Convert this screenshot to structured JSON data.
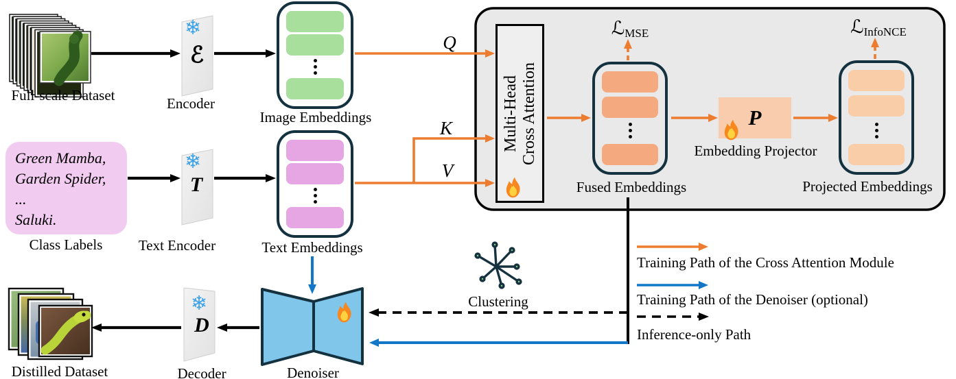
{
  "figure": {
    "type": "architecture-diagram",
    "palette": {
      "orange": "#EC7C30",
      "blue": "#1377C8",
      "navy_border": "#14313F",
      "panel_gray": "#E9E9E9",
      "green_bar": "#A8DF9D",
      "magenta_bar": "#E5A6E3",
      "pink_box": "#F2CBF1",
      "fused_bar": "#F4A97E",
      "projected_bar": "#FACDA9",
      "projector_box": "#F8CCAD",
      "denoiser_blue": "#80C5EA",
      "snowflake_blue": "#3EA2E9"
    }
  },
  "icons": {
    "snowflake": "❄"
  },
  "nodes": {
    "full_scale_dataset": {
      "label": "Full-scale Dataset"
    },
    "encoder": {
      "label": "Encoder",
      "symbol": "ℰ"
    },
    "image_embeddings": {
      "label": "Image Embeddings"
    },
    "class_labels": {
      "label": "Class Labels",
      "lines": [
        "Green Mamba,",
        "Garden Spider,",
        "...",
        "Saluki."
      ]
    },
    "text_encoder": {
      "label": "Text Encoder",
      "symbol": "T"
    },
    "text_embeddings": {
      "label": "Text Embeddings"
    },
    "cross_attention": {
      "line1": "Multi-Head",
      "line2": "Cross Attention"
    },
    "fused_embeddings": {
      "label": "Fused Embeddings"
    },
    "embedding_projector": {
      "label": "Embedding Projector",
      "symbol": "P"
    },
    "projected_embeddings": {
      "label": "Projected Embeddings"
    },
    "clustering": {
      "label": "Clustering"
    },
    "denoiser": {
      "label": "Denoiser"
    },
    "decoder": {
      "label": "Decoder",
      "symbol": "D"
    },
    "distilled_dataset": {
      "label": "Distilled Dataset"
    }
  },
  "edges": {
    "q": "Q",
    "k": "K",
    "v": "V"
  },
  "losses": {
    "mse": {
      "symbol": "ℒ",
      "subscript": "MSE"
    },
    "infonce": {
      "symbol": "ℒ",
      "subscript": "InfoNCE"
    }
  },
  "legend": {
    "items": [
      {
        "label": "Training Path of the Cross Attention Module",
        "color": "#EC7C30",
        "style": "solid"
      },
      {
        "label": "Training Path of the Denoiser (optional)",
        "color": "#1377C8",
        "style": "solid"
      },
      {
        "label": "Inference-only Path",
        "color": "#000000",
        "style": "dashed"
      }
    ]
  }
}
